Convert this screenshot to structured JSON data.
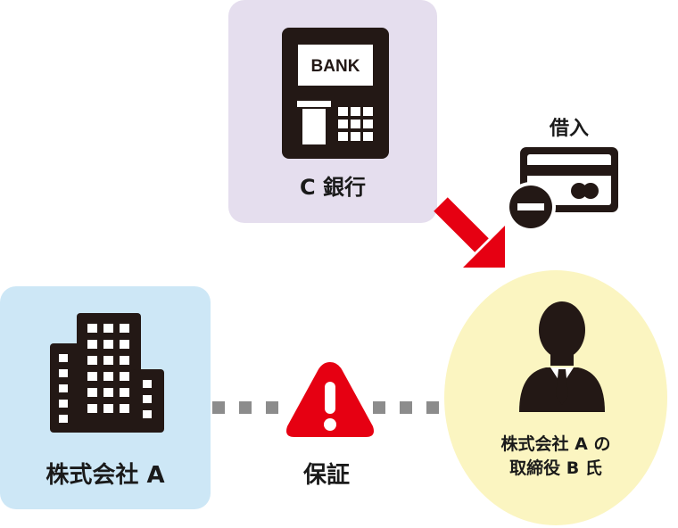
{
  "bank": {
    "label": "C 銀行",
    "screen_text": "BANK"
  },
  "company": {
    "label": "株式会社 A"
  },
  "person": {
    "line1": "株式会社 A の",
    "line2": "取締役 B 氏"
  },
  "relations": {
    "loan_label": "借入",
    "guarantee_label": "保証"
  },
  "colors": {
    "bank_bg": "#e5deee",
    "company_bg": "#cde7f6",
    "person_bg": "#fbf5c1",
    "arrow": "#e60012",
    "icon": "#231815",
    "dash": "#8c8c8c"
  },
  "icons": [
    "atm-icon",
    "building-icon",
    "businessman-icon",
    "credit-card-minus-icon",
    "warning-icon"
  ]
}
